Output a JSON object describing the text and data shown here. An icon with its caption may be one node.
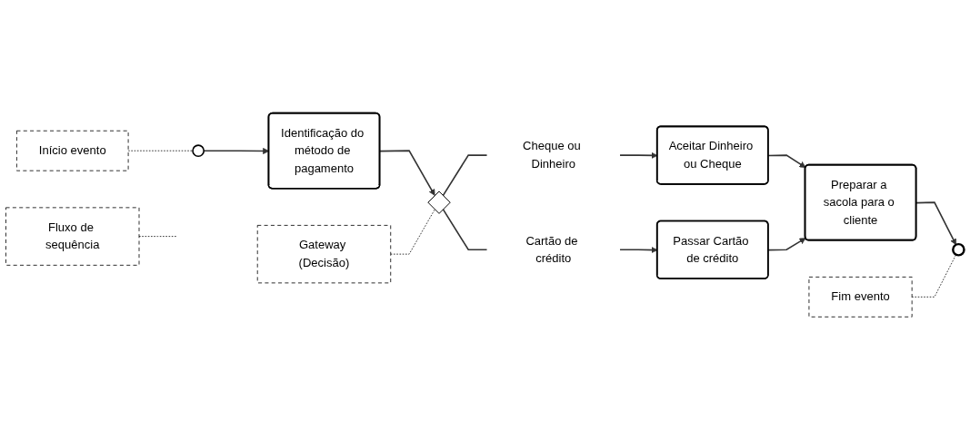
{
  "diagram": {
    "nodes": [
      {
        "text": [],
        "shape": "circle"
      },
      {
        "text": [
          "Início evento"
        ]
      },
      {
        "text": [
          "Fluxo de sequência"
        ]
      },
      {
        "text": [
          "Identificação do método de pagamento"
        ]
      },
      {
        "text": [],
        "shape": "diamond"
      },
      {
        "text": [
          "Gateway (Decisão)"
        ]
      },
      {
        "text": [
          "Cheque ou Dinheiro"
        ]
      },
      {
        "text": [
          "Aceitar Dinheiro ou Cheque"
        ]
      },
      {
        "text": [
          "Cartão de crédito"
        ]
      },
      {
        "text": [
          "Passar Cartão de crédito"
        ]
      },
      {
        "text": [
          "Preparar a sacola para o cliente"
        ]
      },
      {
        "text": [
          "Fim evento"
        ]
      },
      {
        "text": [],
        "shape": "circle"
      }
    ],
    "edges": [
      {
        "from": 1,
        "to": 0,
        "arrow": "none",
        "style": "dashed"
      },
      {
        "from": 0,
        "to": 3,
        "arrow": "to"
      },
      {
        "from": 2,
        "to": null,
        "arrow": "none",
        "style": "dashed"
      },
      {
        "from": 3,
        "to": 4,
        "arrow": "to"
      },
      {
        "from": 5,
        "to": 4,
        "arrow": "none",
        "style": "dashed"
      },
      {
        "from": 4,
        "to": 6,
        "arrow": "none"
      },
      {
        "from": 4,
        "to": 8,
        "arrow": "none"
      },
      {
        "from": 6,
        "to": 7,
        "arrow": "to"
      },
      {
        "from": 8,
        "to": 9,
        "arrow": "to"
      },
      {
        "from": 7,
        "to": 10,
        "arrow": "to"
      },
      {
        "from": 9,
        "to": 10,
        "arrow": "to"
      },
      {
        "from": 10,
        "to": 12,
        "arrow": "to"
      },
      {
        "from": 11,
        "to": 12,
        "arrow": "none",
        "style": "dashed"
      }
    ]
  }
}
